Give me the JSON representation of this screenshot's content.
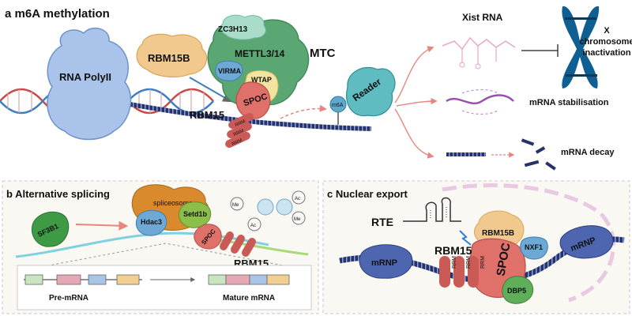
{
  "panel_a": {
    "title": "a  m6A methylation",
    "rna_polii": "RNA PolyII",
    "rbm15b": "RBM15B",
    "zc3h13": "ZC3H13",
    "mettl": "METTL3/14",
    "mtc": "MTC",
    "virma": "VIRMA",
    "wtap": "WTAP",
    "spoc": "SPOC",
    "rbm15": "RBM15",
    "rrm": "RRM",
    "m6a": "m6A",
    "reader": "Reader",
    "xist": "Xist RNA",
    "x_line1": "X",
    "x_line2": "chromosome",
    "x_line3": "inactivation",
    "mrna_stab": "mRNA stabilisation",
    "mrna_decay": "mRNA decay"
  },
  "panel_b": {
    "title": "b  Alternative splicing",
    "sf3b1": "SF3B1",
    "spliceosome": "spliceosome",
    "hdac3": "Hdac3",
    "setd1b": "Setd1b",
    "spoc": "SPOC",
    "rbm15": "RBM15",
    "me": "Me",
    "ac": "Ac",
    "pre_mrna": "Pre-mRNA",
    "mature_mrna": "Mature mRNA"
  },
  "panel_c": {
    "title": "c  Nuclear export",
    "rte": "RTE",
    "rbm15b": "RBM15B",
    "rbm15": "RBM15",
    "spoc": "SPOC",
    "nxf1": "NXF1",
    "mrnp": "mRNP",
    "rrm": "RRM",
    "dbp5": "DBP5"
  },
  "colors": {
    "mtc_green": "#5aa774",
    "spoc_red": "#e0706a",
    "rrm_red": "#c95a55",
    "reader_teal": "#5fbcc0",
    "polii_blue": "#a9c3ea",
    "rbm15b_tan": "#f1c98f",
    "virma_blue": "#6ea8d4",
    "wtap_yellow": "#f3e3a0",
    "chromosome": "#0f5f93",
    "rna_navy": "#26336b",
    "sf3b1_green": "#3e9a45",
    "spliceosome_orange": "#d98a2c",
    "arrow_pink": "#e8857f"
  }
}
